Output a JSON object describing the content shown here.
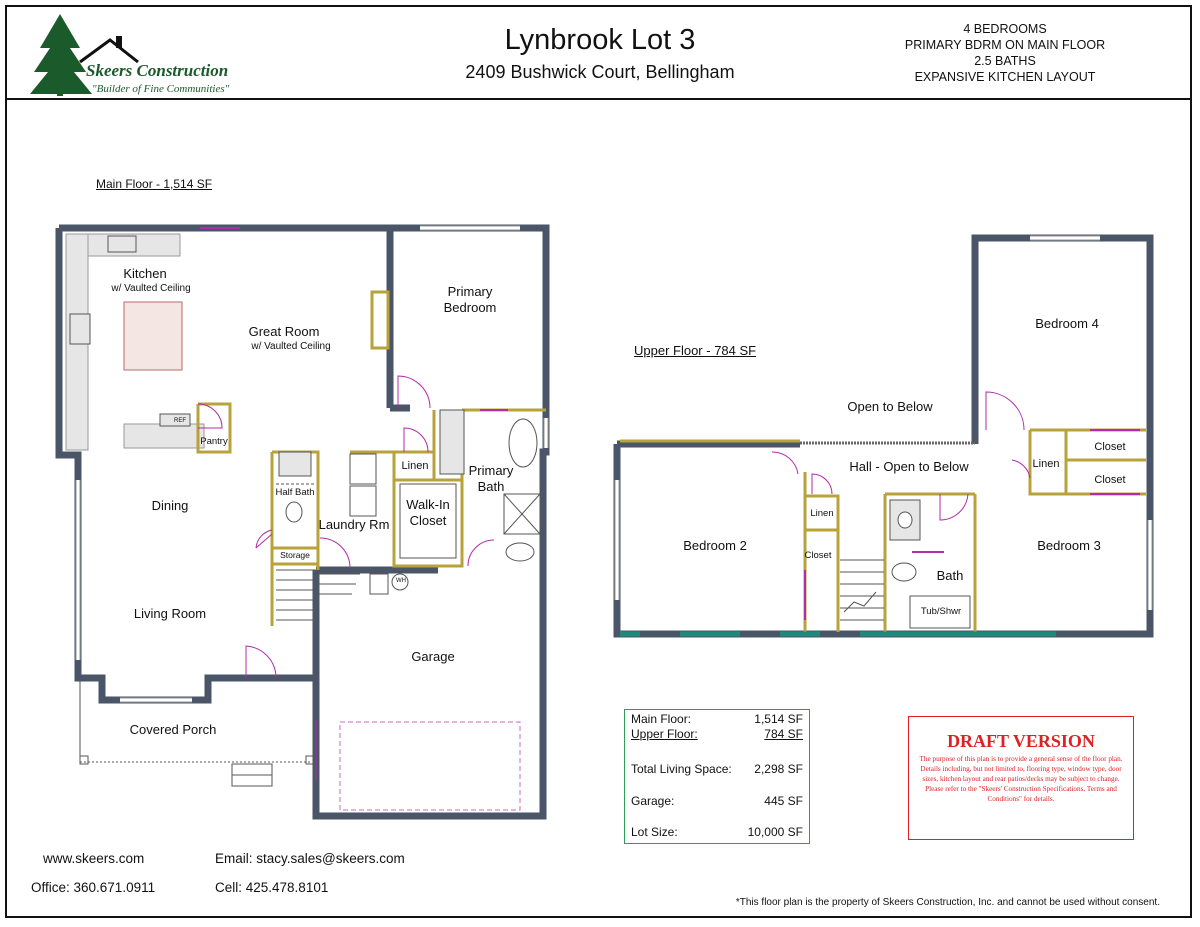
{
  "header": {
    "title": "Lynbrook Lot 3",
    "address": "2409 Bushwick Court, Bellingham",
    "features": [
      "4 BEDROOMS",
      "PRIMARY BDRM ON MAIN FLOOR",
      "2.5 BATHS",
      "EXPANSIVE KITCHEN LAYOUT"
    ]
  },
  "logo": {
    "name": "Skeers Construction",
    "tagline": "\"Builder of Fine Communities\""
  },
  "main_floor": {
    "title": "Main Floor - 1,514 SF",
    "rooms": {
      "kitchen": "Kitchen",
      "kitchen_note": "w/ Vaulted Ceiling",
      "great_room": "Great Room",
      "great_room_note": "w/ Vaulted Ceiling",
      "primary_bedroom_1": "Primary",
      "primary_bedroom_2": "Bedroom",
      "pantry": "Pantry",
      "dining": "Dining",
      "half_bath": "Half Bath",
      "storage": "Storage",
      "laundry": "Laundry Rm",
      "linen": "Linen",
      "primary_bath_1": "Primary",
      "primary_bath_2": "Bath",
      "walk_in_1": "Walk-In",
      "walk_in_2": "Closet",
      "living_room": "Living Room",
      "garage": "Garage",
      "covered_porch": "Covered Porch",
      "wh": "WH",
      "ref": "REF"
    }
  },
  "upper_floor": {
    "title": "Upper Floor - 784 SF",
    "rooms": {
      "bedroom_4": "Bedroom 4",
      "open_below": "Open to Below",
      "hall": "Hall - Open to Below",
      "closet_a": "Closet",
      "closet_b": "Closet",
      "linen_right": "Linen",
      "bedroom_2": "Bedroom 2",
      "linen_left": "Linen",
      "closet_left": "Closet",
      "bedroom_3": "Bedroom 3",
      "bath": "Bath",
      "tub": "Tub/Shwr"
    }
  },
  "summary": {
    "main_label": "Main Floor:",
    "main_value": "1,514 SF",
    "upper_label": "Upper Floor:",
    "upper_value": "784 SF",
    "total_label": "Total Living Space:",
    "total_value": "2,298 SF",
    "garage_label": "Garage:",
    "garage_value": "445 SF",
    "lot_label": "Lot Size:",
    "lot_value": "10,000 SF"
  },
  "draft": {
    "heading": "DRAFT VERSION",
    "body": "The purpose of this plan is to provide a general sense of the floor plan. Details including, but not limited to, flooring type, window type, door sizes, kitchen layout and rear patios/decks may be subject to change. Please refer to the \"Skeers' Construction Specifications, Terms and Conditions\" for details."
  },
  "contact": {
    "website": "www.skeers.com",
    "email": "Email: stacy.sales@skeers.com",
    "office": "Office: 360.671.0911",
    "cell": "Cell: 425.478.8101"
  },
  "footnote": "*This floor plan is the property of Skeers Construction, Inc. and cannot be used without consent.",
  "colors": {
    "wall": "#4a5568",
    "door": "#b02ca8",
    "accent_green": "#2e9e57",
    "draft_red": "#d22222",
    "logo_green": "#1b5a2a",
    "fixture_fill": "#e9d7d3"
  }
}
